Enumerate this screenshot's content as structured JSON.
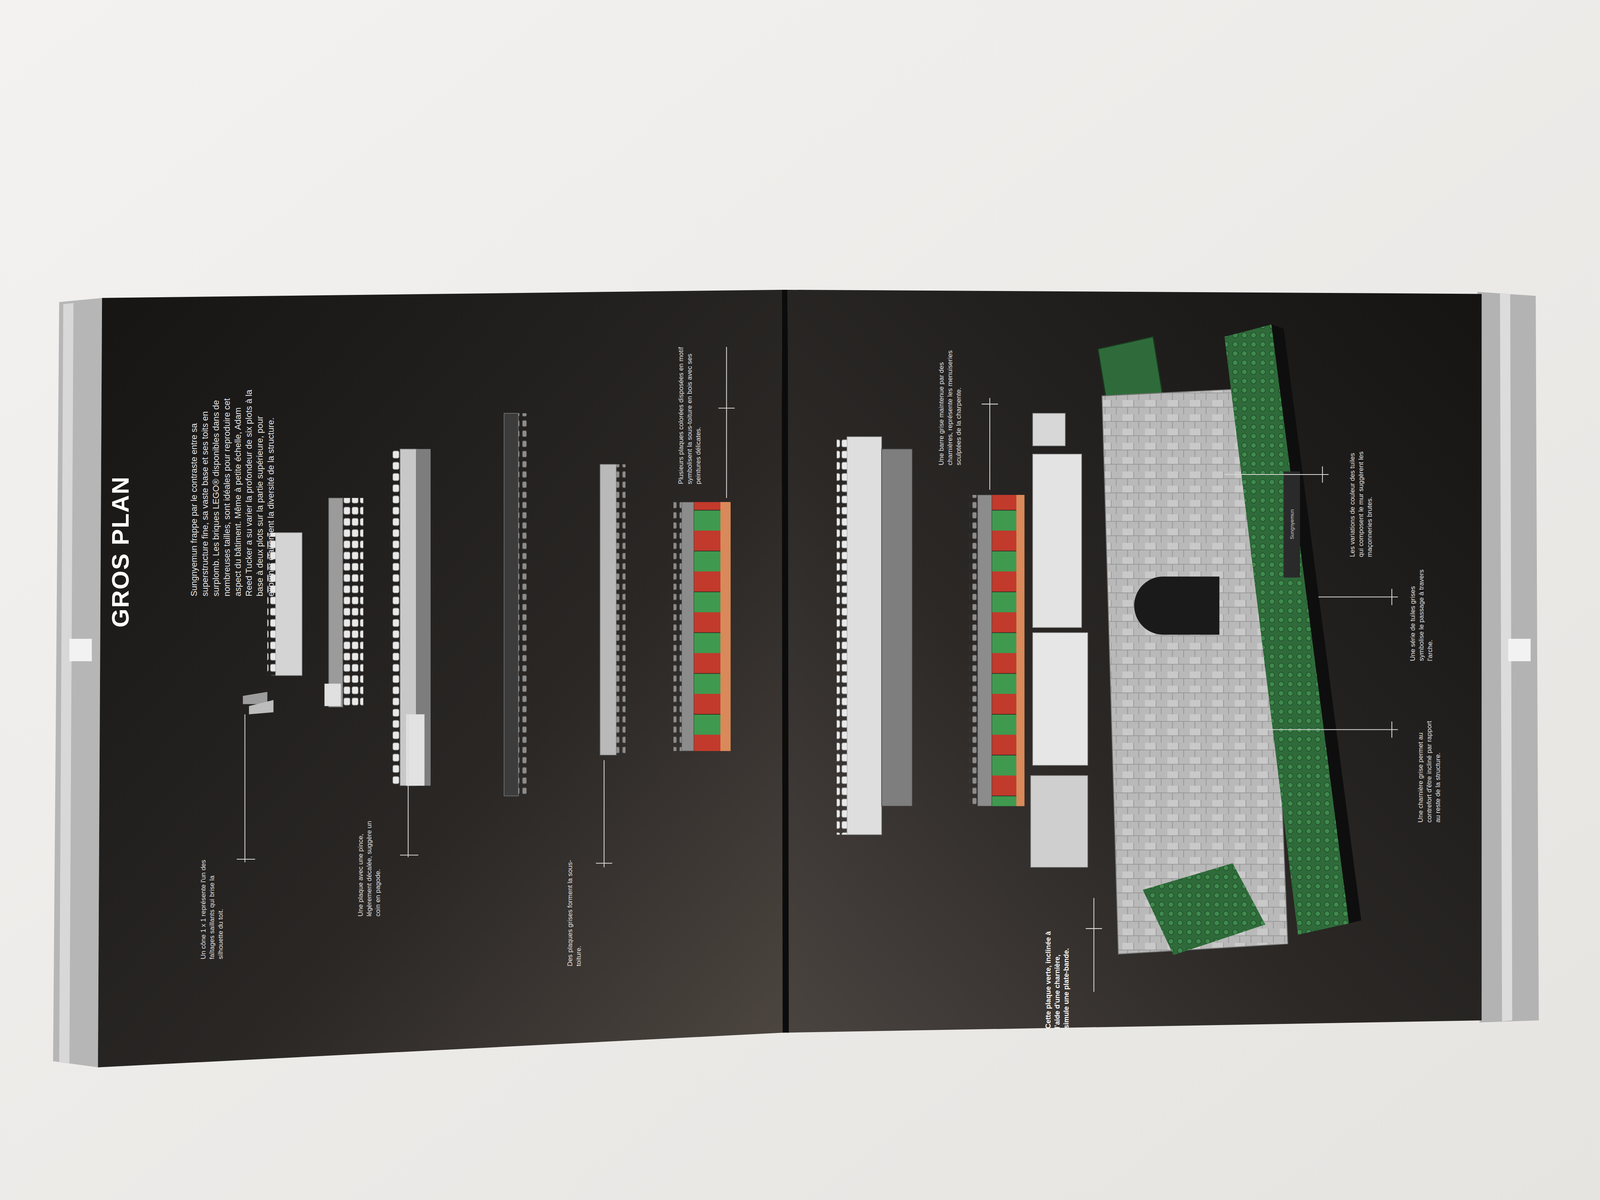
{
  "diagram": {
    "title": "GROS PLAN",
    "labels": [
      "Sungnyemun frappe par le contraste entre sa superstructure fine, sa vaste base et ses toits en surplomb. Les briques LEGO® disponibles dans de nombreuses tailles, sont idéales pour reproduire cet aspect du bâtiment. Même à petite échelle, Adam Reed Tucker a su varier la profondeur de six plots à la base à deux plots sur la partie supérieure, pour exprimer clairement la diversité de la structure.",
      "Un cône 1 x 1 représente l'un des faîtages saillants qui brise la silhouette du toit.",
      "Une plaque avec une pince, légèrement décalée, suggère un coin en pagode.",
      "Des plaques grises forment la sous-toiture.",
      "Plusieurs plaques colorées disposées en motif symbolisent la sous-toiture en bois avec ses peintures délicates.",
      "Une barre grise maintenue par des charnières, représente les menuiseries sculptées de la charpente.",
      "Les variations de couleur des tuiles qui composent le mur suggèrent les maçonneries brutes.",
      "Une série de tuiles grises symbolise le passage à travers l'arche.",
      "Une charnière grise permet au contrefort d'être incliné par rapport au reste de la structure.",
      "Cette plaque verte, inclinée à l'aide d'une charnière, simule une plate-bande.",
      "Sungnyemun"
    ]
  }
}
